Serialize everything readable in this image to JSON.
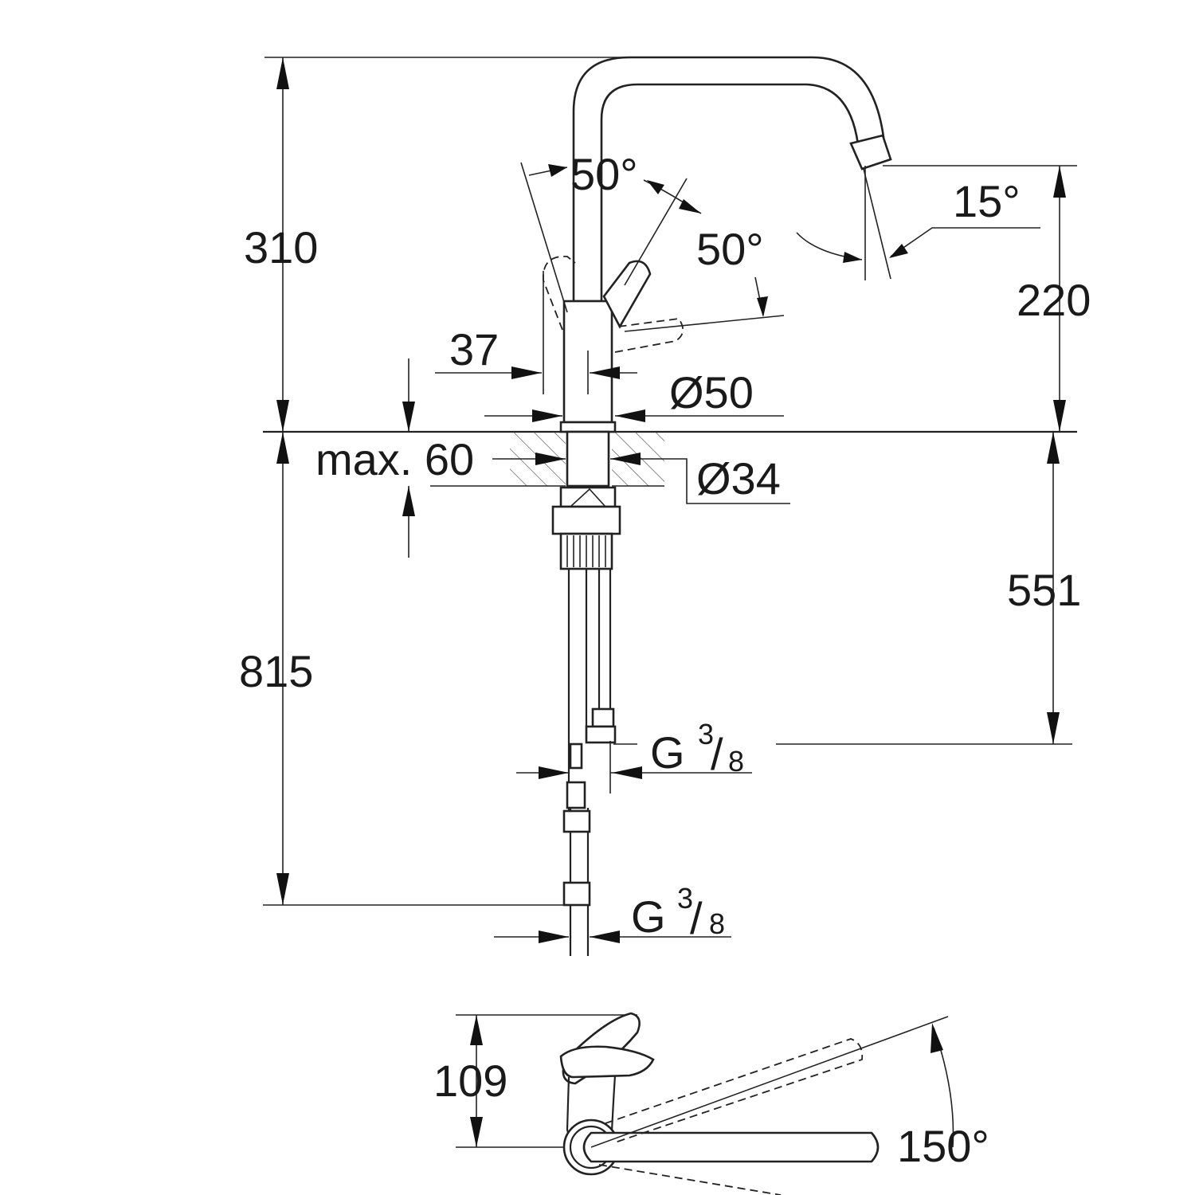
{
  "dimensions": {
    "height_above_deck": "310",
    "spout_outlet_height": "220",
    "lever_angle_left": "50°",
    "lever_angle_right": "50°",
    "spray_angle": "15°",
    "body_offset": "37",
    "body_diameter": "Ø50",
    "max_deck_thickness": "max. 60",
    "hole_diameter": "Ø34",
    "hose_length": "815",
    "outlet_distance": "551",
    "connection_thread_1": {
      "letter": "G",
      "num": "3",
      "den": "8"
    },
    "connection_thread_2": {
      "letter": "G",
      "num": "3",
      "den": "8"
    },
    "plan_height": "109",
    "swivel_angle": "150°"
  }
}
